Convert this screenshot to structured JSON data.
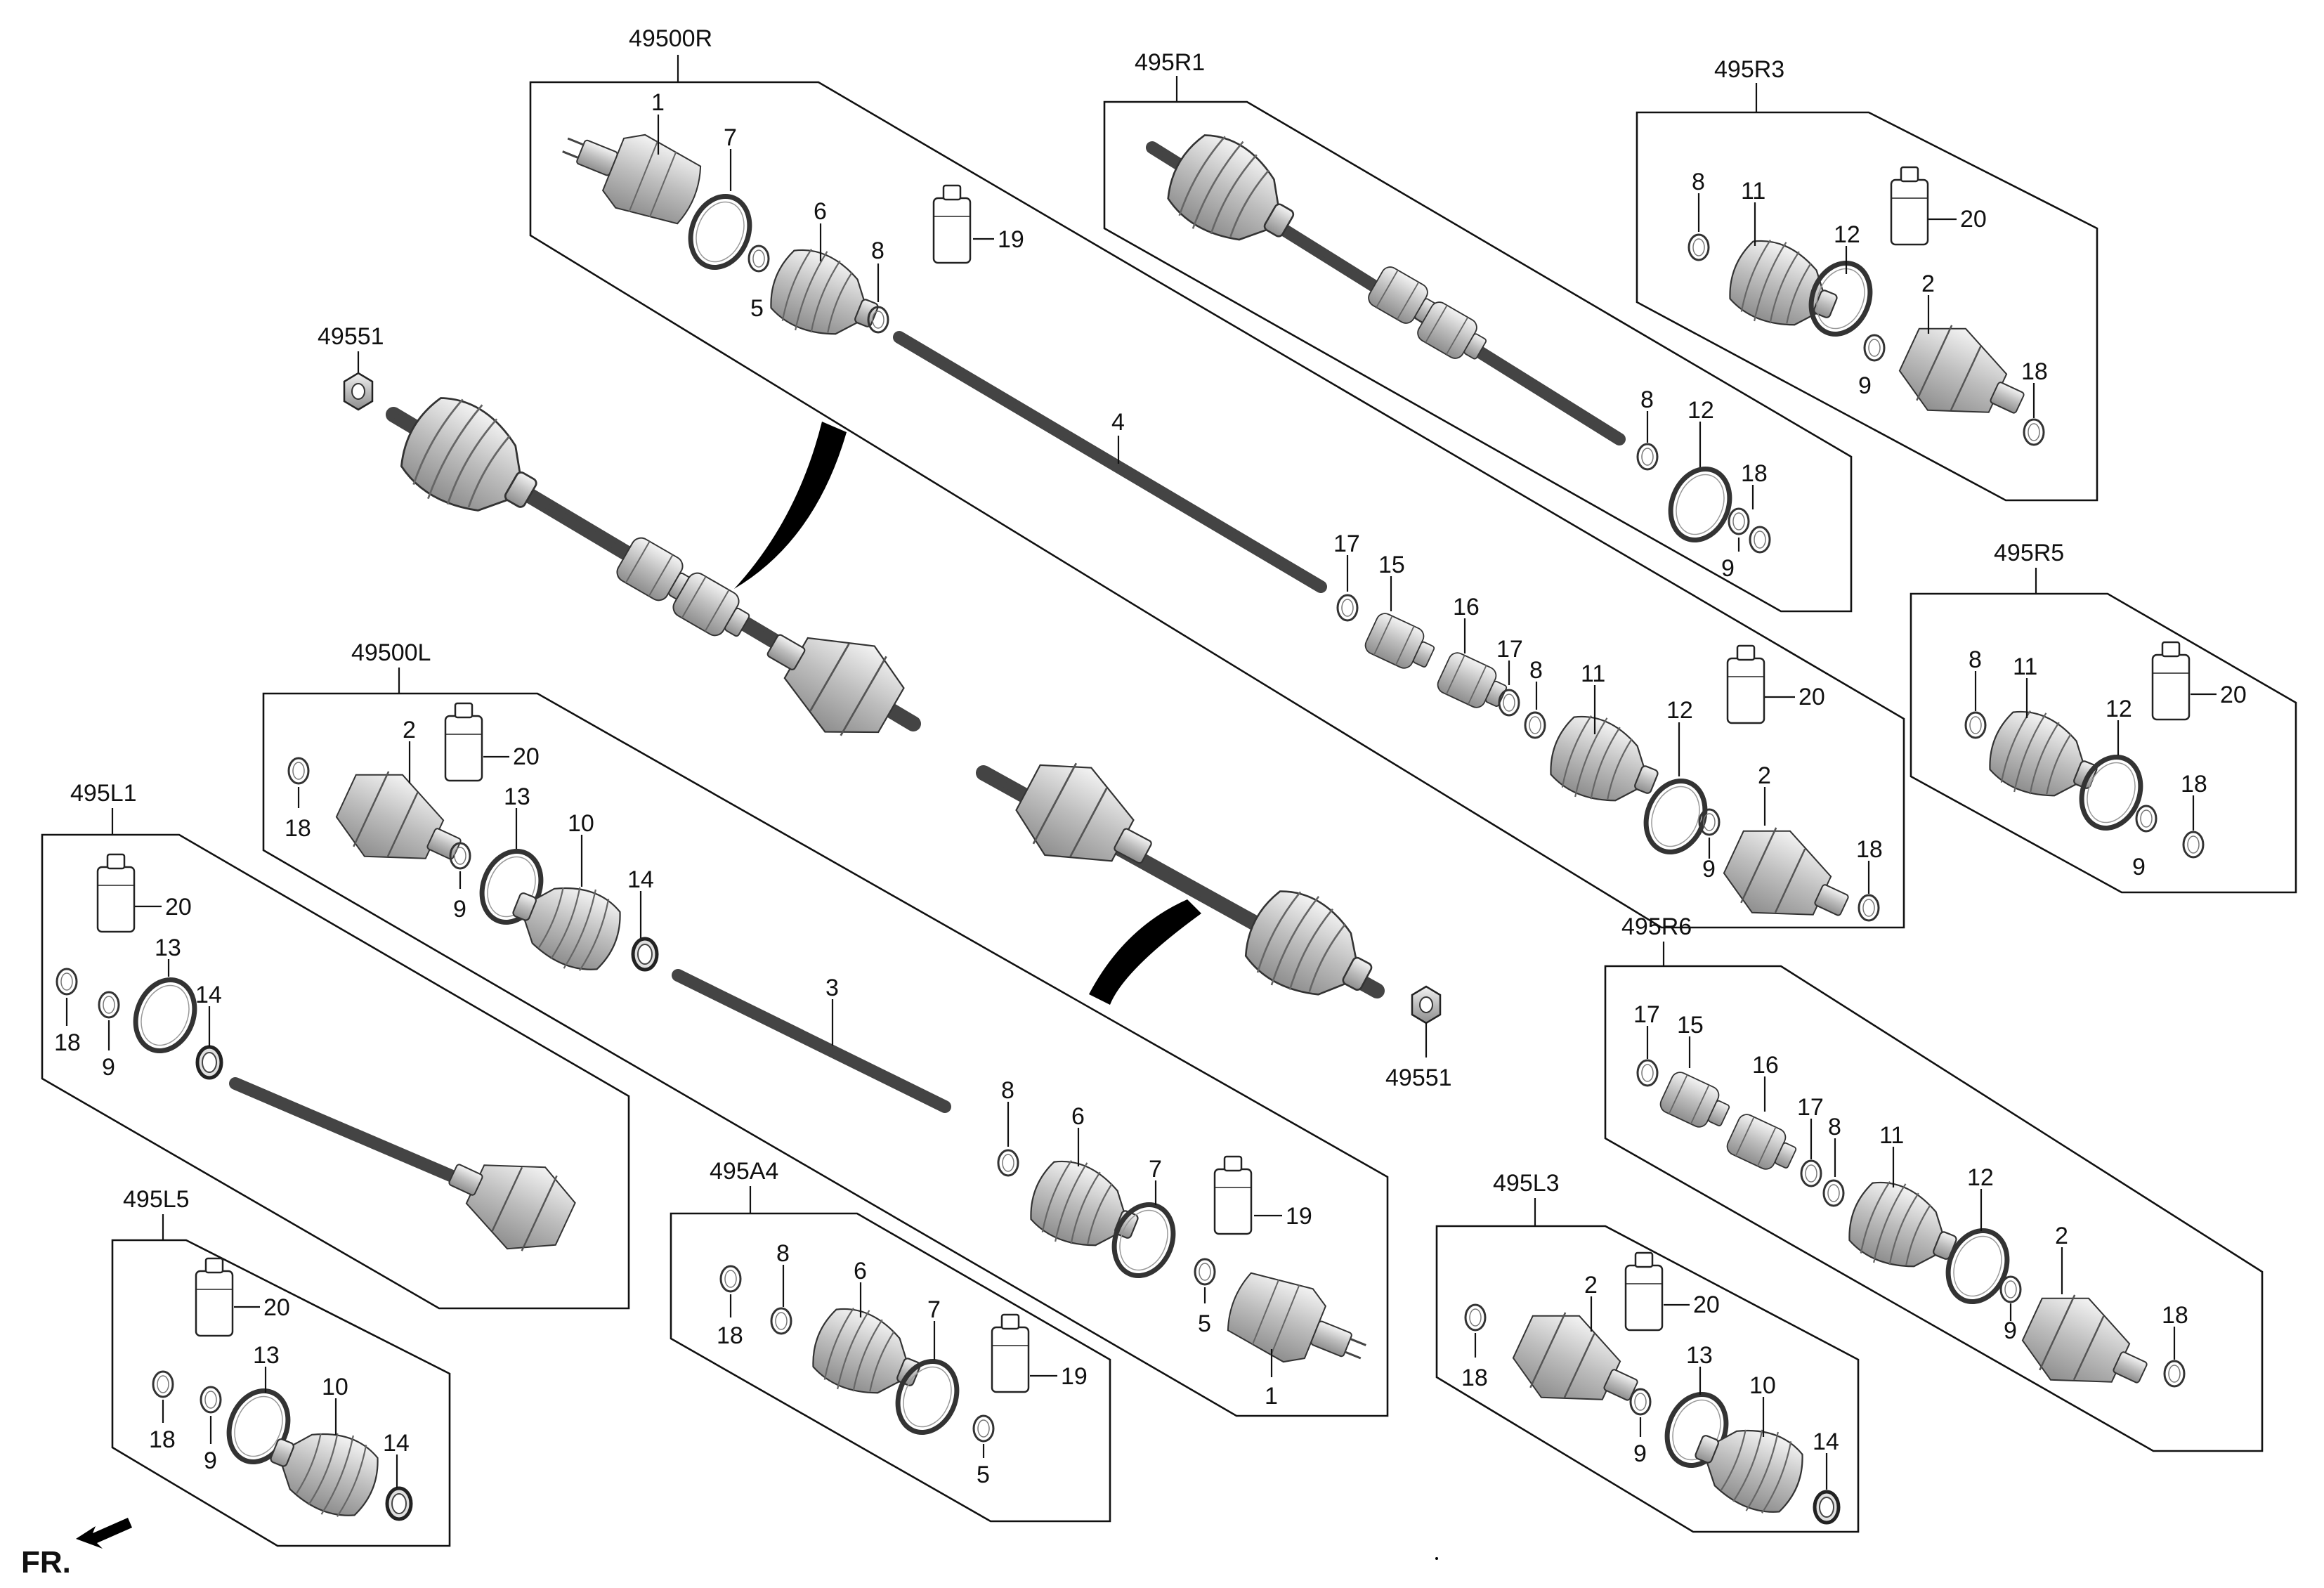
{
  "group_labels": {
    "g49500R": "49500R",
    "g495R1": "495R1",
    "g495R3": "495R3",
    "g495R5": "495R5",
    "g495R6": "495R6",
    "g49500L": "49500L",
    "g495L1": "495L1",
    "g495L5": "495L5",
    "g495A4": "495A4",
    "g495L3": "495L3",
    "n49551a": "49551",
    "n49551b": "49551"
  },
  "callouts": [
    "1",
    "2",
    "3",
    "4",
    "5",
    "6",
    "7",
    "8",
    "9",
    "10",
    "11",
    "12",
    "13",
    "14",
    "15",
    "16",
    "17",
    "18",
    "19",
    "20"
  ],
  "front_marker": "FR."
}
